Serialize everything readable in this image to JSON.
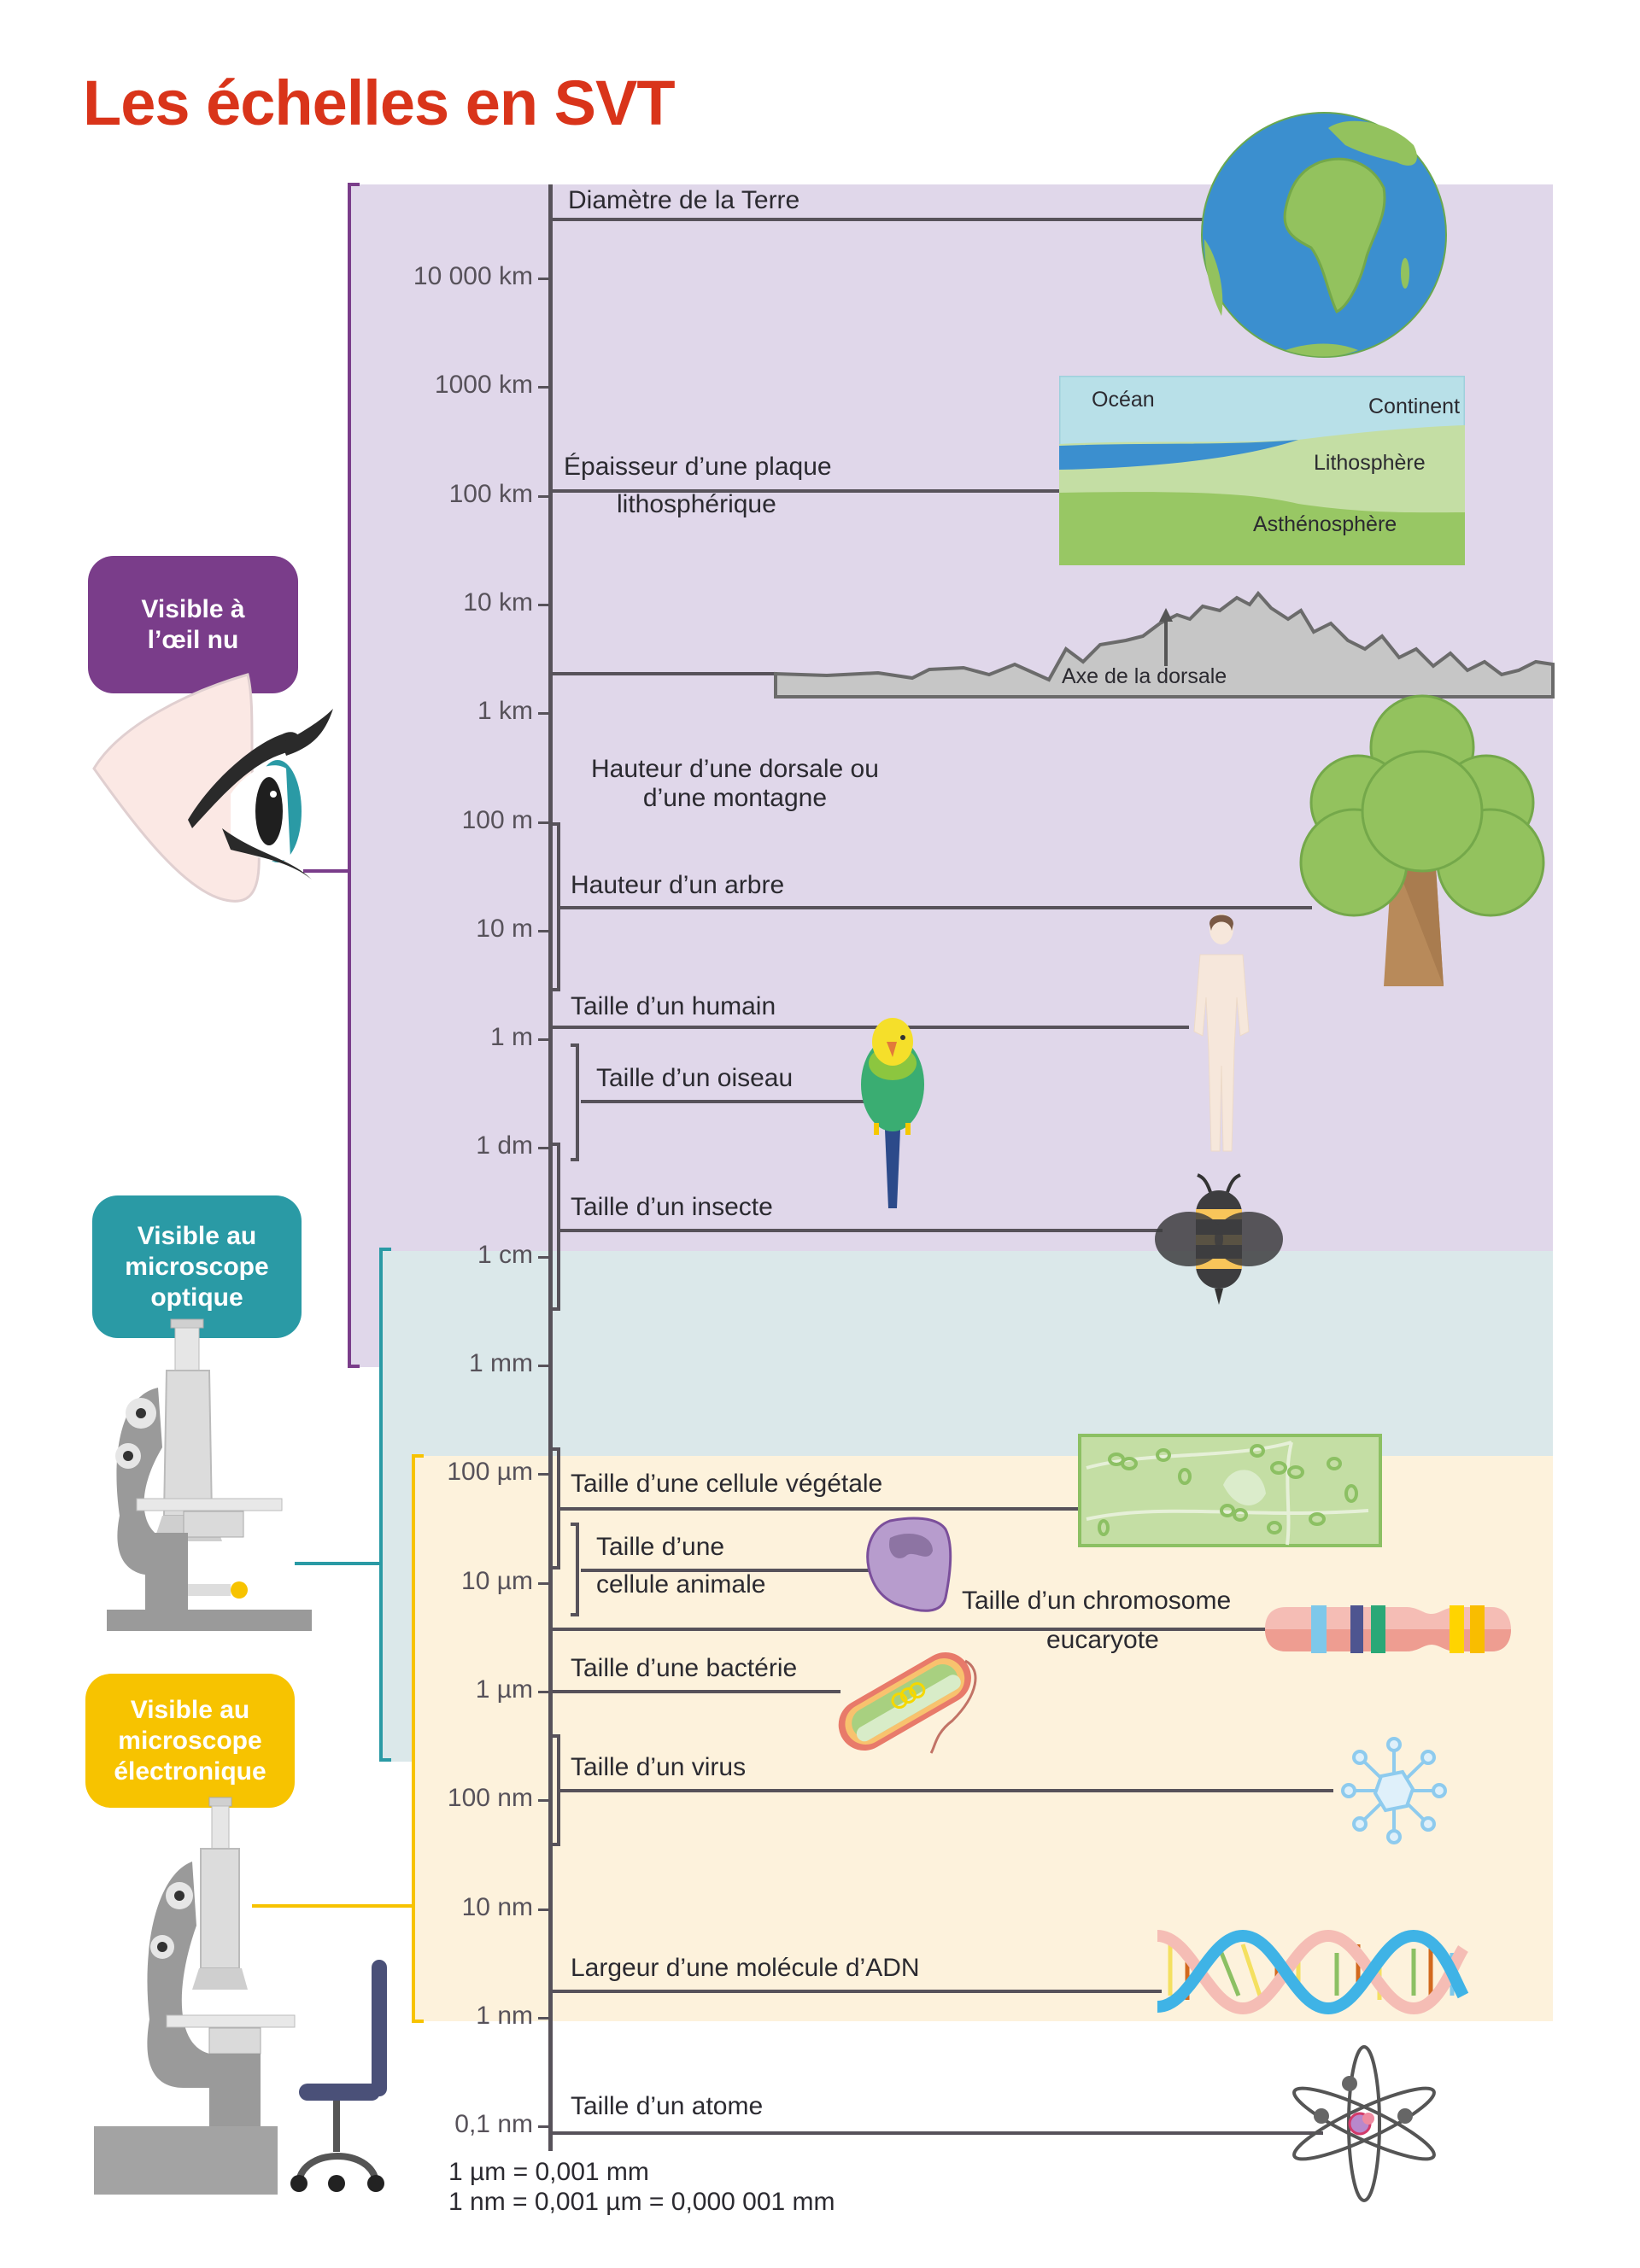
{
  "title": "Les échelles en SVT",
  "colors": {
    "title": "#d9341a",
    "naked_eye": "#7a3d8a",
    "optical": "#2a9aa5",
    "electronic": "#f7c300",
    "band_purple": "#e0d7ea",
    "band_teal": "#dbe8ea",
    "band_cream": "#fdf2dc",
    "axis": "#57525a"
  },
  "visibility_labels": {
    "naked_eye": [
      "Visible à",
      "l’œil nu"
    ],
    "optical": [
      "Visible au",
      "microscope",
      "optique"
    ],
    "electronic": [
      "Visible au",
      "microscope",
      "électronique"
    ]
  },
  "chart_data": {
    "type": "log-scale",
    "axis": "length",
    "ticks": [
      "10 000 km",
      "1000 km",
      "100 km",
      "10 km",
      "1 km",
      "100 m",
      "10 m",
      "1 m",
      "1 dm",
      "1 cm",
      "1 mm",
      "100 µm",
      "10 µm",
      "1 µm",
      "100 nm",
      "10 nm",
      "1 nm",
      "0,1 nm"
    ],
    "ranges": [
      {
        "name": "Visible à l’œil nu",
        "from": "12 700 km",
        "to": "0,1 mm"
      },
      {
        "name": "Visible au microscope optique",
        "from": "1 cm",
        "to": "0,2 µm"
      },
      {
        "name": "Visible au microscope électronique",
        "from": "200 µm",
        "to": "1 nm"
      }
    ]
  },
  "entries": {
    "earth": "Diamètre de la Terre",
    "plate": [
      "Épaisseur d’une plaque",
      "lithosphérique"
    ],
    "mountain": [
      "Hauteur d’une dorsale ou",
      "d’une montagne"
    ],
    "tree": "Hauteur d’un arbre",
    "human": "Taille d’un humain",
    "bird": "Taille d’un oiseau",
    "insect": "Taille d’un insecte",
    "plant_cell": "Taille d’une cellule végétale",
    "animal_cell": [
      "Taille d’une",
      "cellule animale"
    ],
    "chromosome": [
      "Taille d’un chromosome",
      "eucaryote"
    ],
    "bacteria": "Taille d’une bactérie",
    "virus": "Taille d’un virus",
    "dna": "Largeur d’une molécule d’ADN",
    "atom": "Taille d’un atome"
  },
  "lithosphere_diagram": {
    "ocean": "Océan",
    "continent": "Continent",
    "lithosphere": "Lithosphère",
    "asthenosphere": "Asthénosphère"
  },
  "dorsal_label": "Axe de la dorsale",
  "notes": [
    "1 µm = 0,001 mm",
    "1 nm = 0,001 µm = 0,000 001 mm"
  ]
}
